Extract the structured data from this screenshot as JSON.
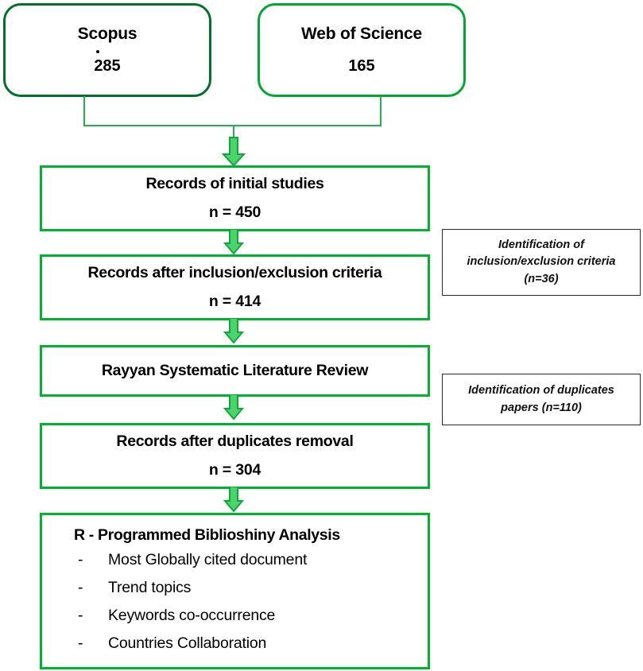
{
  "diagram": {
    "title": "Systematic literature review PRISMA flow diagram",
    "colors": {
      "stage_border": "#00B32D",
      "source_border_dark": "#00702A",
      "source_border_light": "#00A832",
      "arrow_fill": "#4BD46B",
      "arrow_stroke": "#0BA83A",
      "connector": "#22B14C",
      "note_border": "#2b2b2b",
      "text": "#000000"
    }
  },
  "sources": [
    {
      "name": "scopus-box",
      "title": "Scopus",
      "count": "285"
    },
    {
      "name": "web-of-science-box",
      "title": "Web of Science",
      "count": "165"
    }
  ],
  "stages": [
    {
      "name": "records-initial-studies",
      "line1": "Records of initial studies",
      "line2": "n = 450"
    },
    {
      "name": "records-after-criteria",
      "line1": "Records after inclusion/exclusion criteria",
      "line2": "n = 414"
    },
    {
      "name": "rayyan-review",
      "line1": "Rayyan Systematic Literature Review",
      "line2": ""
    },
    {
      "name": "records-after-duplicates",
      "line1": "Records after duplicates removal",
      "line2": "n = 304"
    }
  ],
  "final": {
    "heading": "R - Programmed Biblioshiny Analysis",
    "dash": "-",
    "items": [
      "Most Globally cited document",
      "Trend topics",
      "Keywords co-occurrence",
      "Countries Collaboration"
    ]
  },
  "notes": [
    {
      "name": "note-inclusion-exclusion",
      "line1": "Identification of",
      "line2": "inclusion/exclusion criteria",
      "line3": "(n=36)"
    },
    {
      "name": "note-duplicates",
      "line1": "Identification of duplicates",
      "line2": "papers (n=110)",
      "line3": ""
    }
  ]
}
